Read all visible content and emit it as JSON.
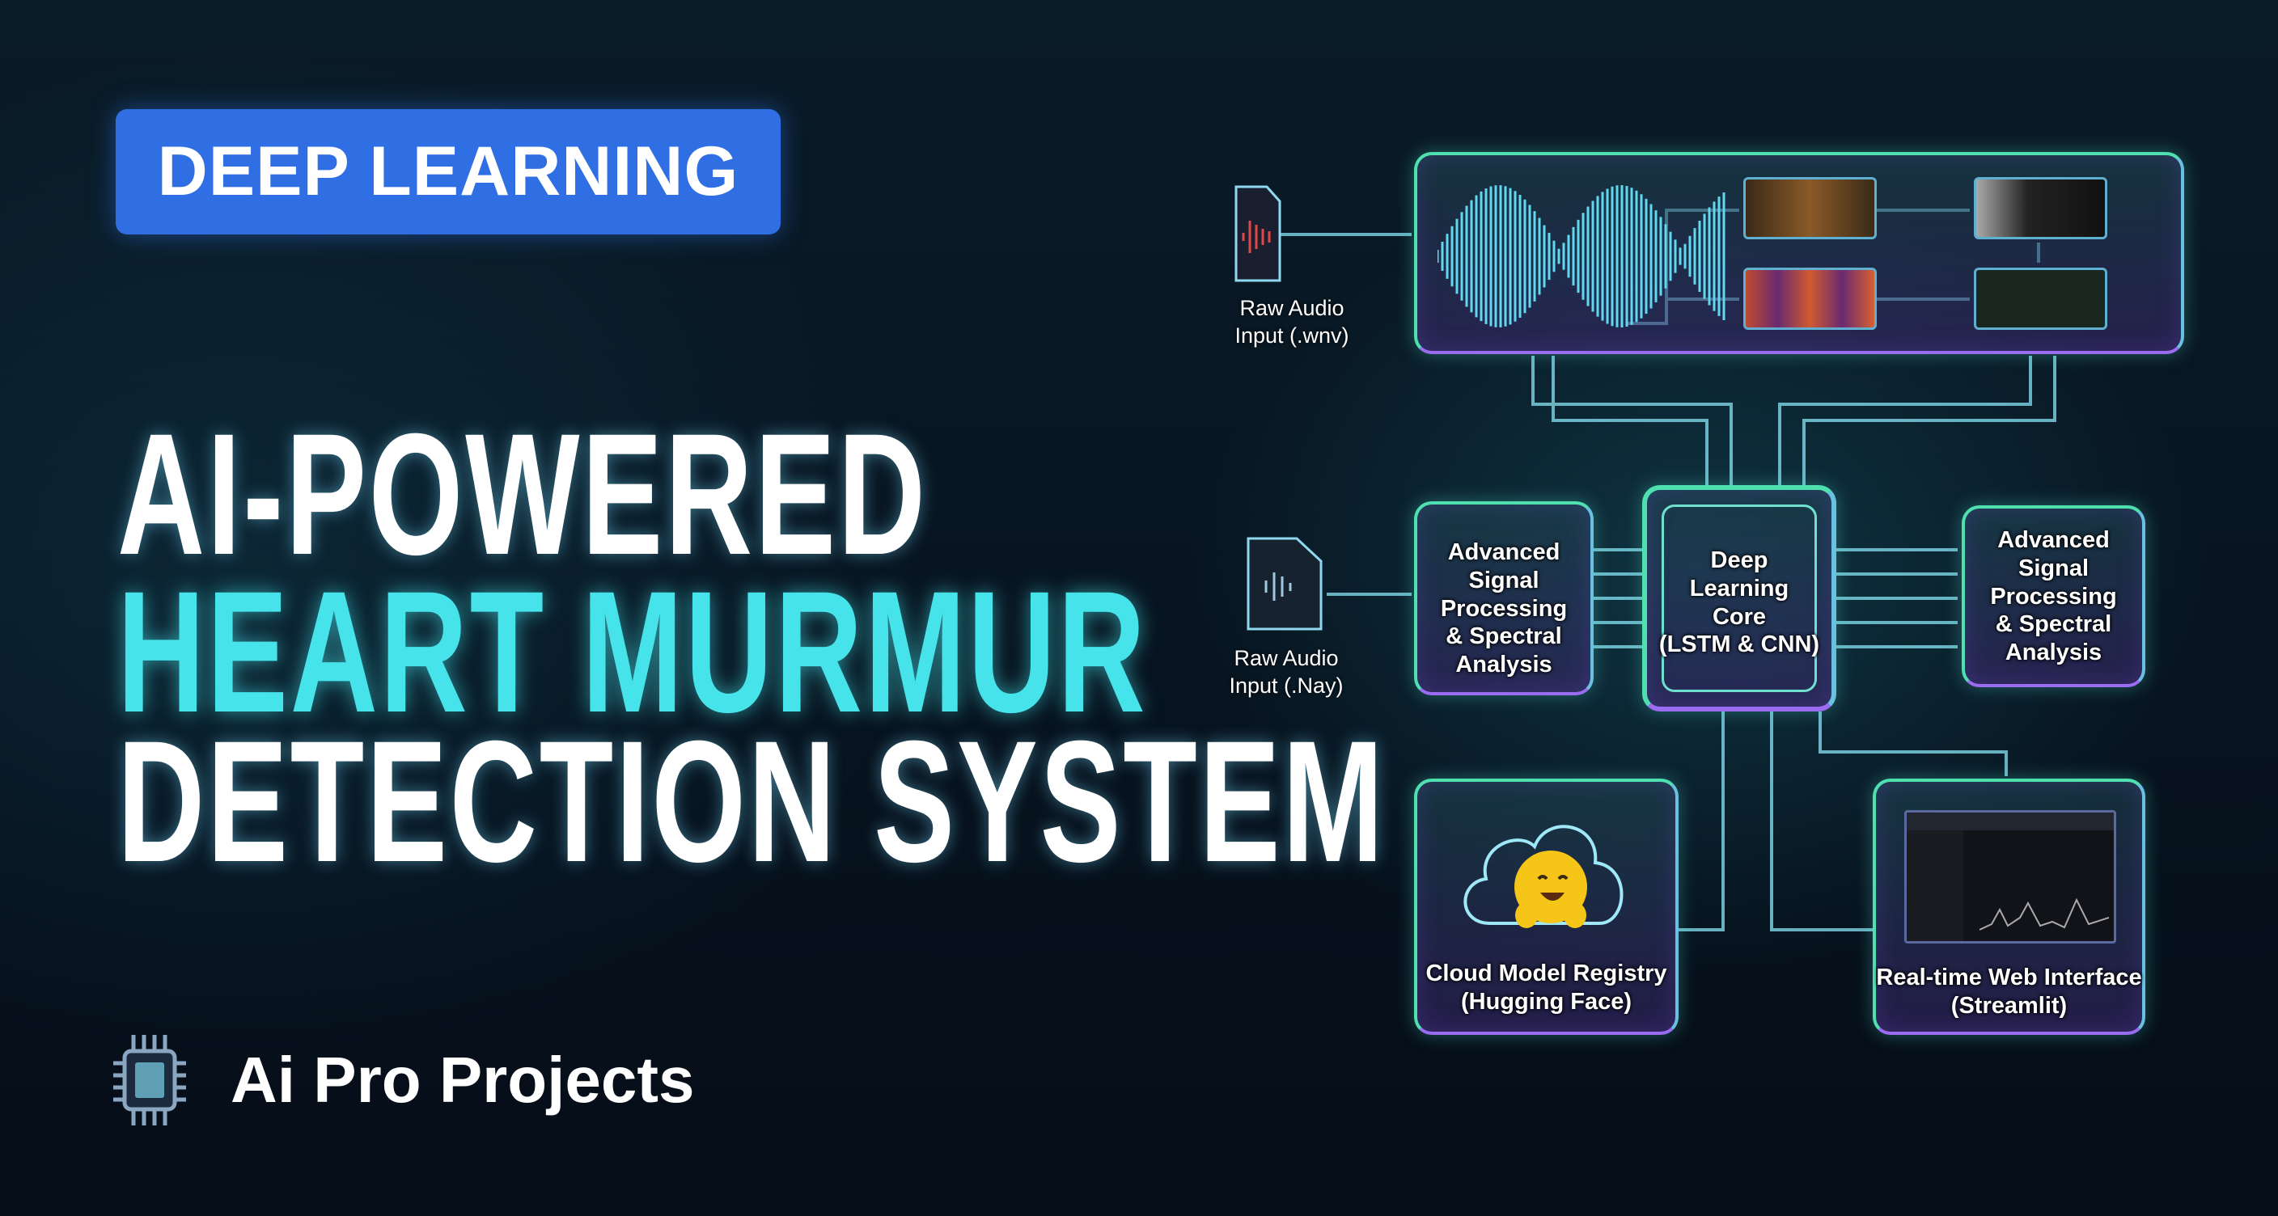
{
  "badge": "DEEP LEARNING",
  "title": {
    "line1": "AI-POWERED",
    "line2": "HEART MURMUR",
    "line3": "DETECTION SYSTEM"
  },
  "brand": {
    "name": "Ai Pro Projects",
    "icon": "chip-icon"
  },
  "colors": {
    "badge": "#2f6fe3",
    "accent_cyan": "#46e3ea",
    "background": "#06111c",
    "box_border_top": "#4fe0b0",
    "box_border_bottom": "#9a6cf0"
  },
  "diagram": {
    "input_top": {
      "label_line1": "Raw Audio",
      "label_line2": "Input (.wnv)"
    },
    "input_mid": {
      "label_line1": "Raw Audio",
      "label_line2": "Input (.Nay)"
    },
    "signal_left": [
      "Advanced",
      "Signal",
      "Processing",
      "& Spectral",
      "Analysis"
    ],
    "core": [
      "Deep",
      "Learning",
      "Core",
      "(LSTM & CNN)"
    ],
    "signal_right": [
      "Advanced",
      "Signal",
      "Processing",
      "& Spectral",
      "Analysis"
    ],
    "registry": [
      "Cloud Model Registry",
      "(Hugging Face)"
    ],
    "web": [
      "Real-time Web Interface",
      "(Streamlit)"
    ]
  }
}
